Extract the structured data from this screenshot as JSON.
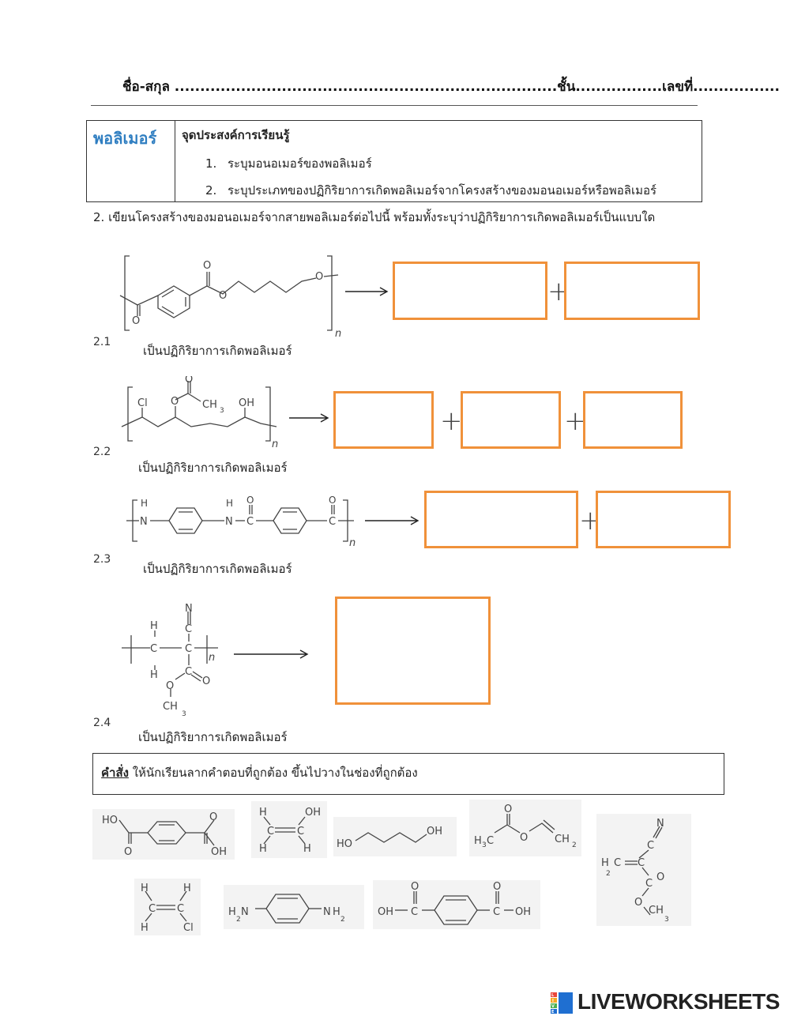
{
  "header": {
    "name_line": "ชื่อ-สกุล ...........................................................................ชั้น.................เลขที่................."
  },
  "objectives": {
    "title": "พอลิเมอร์",
    "heading": "จุดประสงค์การเรียนรู้",
    "items": [
      {
        "num": "1.",
        "text": "ระบุมอนอเมอร์ของพอลิเมอร์"
      },
      {
        "num": "2.",
        "text": "ระบุประเภทของปฏิกิริยาการเกิดพอลิเมอร์จากโครงสร้างของมอนอเมอร์หรือพอลิเมอร์"
      }
    ]
  },
  "question": "2. เขียนโครงสร้างของมอนอเมอร์จากสายพอลิเมอร์ต่อไปนี้ พร้อมทั้งระบุว่าปฏิกิริยาการเกิดพอลิเมอร์เป็นแบบใด",
  "items": [
    {
      "num": "2.1",
      "caption": "เป็นปฏิกิริยาการเกิดพอลิเมอร์"
    },
    {
      "num": "2.2",
      "caption": "เป็นปฏิกิริยาการเกิดพอลิเมอร์"
    },
    {
      "num": "2.3",
      "caption": "เป็นปฏิกิริยาการเกิดพอลิเมอร์"
    },
    {
      "num": "2.4",
      "caption": "เป็นปฏิกิริยาการเกิดพอลิเมอร์"
    }
  ],
  "instruction": {
    "bold": "คำสั่ง",
    "text": " ให้นักเรียนลากคำตอบที่ถูกต้อง ขึ้นไปวางในช่องที่ถูกต้อง"
  },
  "chem": {
    "n": "n",
    "HO": "HO",
    "OH": "OH",
    "O": "O",
    "H": "H",
    "C": "C",
    "N": "N",
    "Cl": "Cl",
    "CH": "CH",
    "H2": "H",
    "sub2": "2",
    "sub3": "3",
    "plus": "+"
  },
  "brand": {
    "name": "LIVEWORKSHEETS",
    "badge": "LIVE",
    "color": "#1f6fd1"
  },
  "colors": {
    "box_border": "#f0913a",
    "title_blue": "#2f7ec1"
  }
}
